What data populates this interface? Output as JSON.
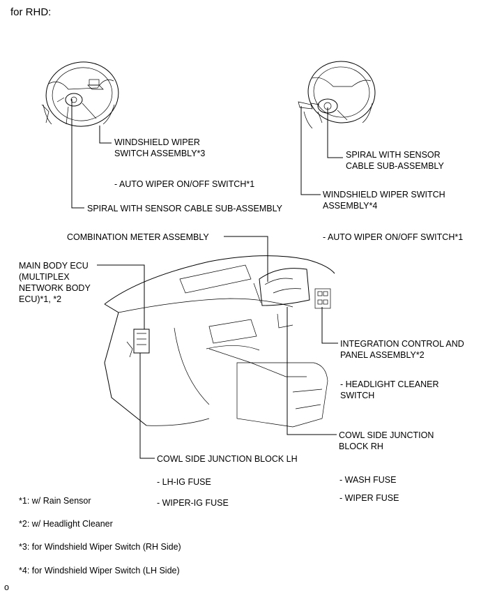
{
  "header": "for RHD:",
  "labels": {
    "wiper_rh": [
      "WINDSHIELD WIPER",
      "SWITCH ASSEMBLY*3"
    ],
    "auto_wiper_rh": "- AUTO WIPER ON/OFF SWITCH*1",
    "spiral_rh": "SPIRAL WITH SENSOR CABLE SUB-ASSEMBLY",
    "spiral_lh": [
      "SPIRAL WITH SENSOR",
      "CABLE SUB-ASSEMBLY"
    ],
    "wiper_lh": [
      "WINDSHIELD WIPER SWITCH",
      "ASSEMBLY*4"
    ],
    "auto_wiper_lh": "- AUTO WIPER ON/OFF SWITCH*1",
    "combination_meter": "COMBINATION METER ASSEMBLY",
    "main_body_ecu": [
      "MAIN BODY ECU",
      "(MULTIPLEX",
      "NETWORK BODY",
      "ECU)*1, *2"
    ],
    "integration_control": [
      "INTEGRATION CONTROL AND",
      "PANEL ASSEMBLY*2"
    ],
    "headlight_cleaner": [
      "- HEADLIGHT CLEANER",
      "SWITCH"
    ],
    "cowl_rh": [
      "COWL SIDE JUNCTION",
      "BLOCK RH"
    ],
    "cowl_lh": "COWL SIDE JUNCTION BLOCK LH",
    "lh_fuses": [
      "- LH-IG FUSE",
      "- WIPER-IG FUSE"
    ],
    "rh_fuses": [
      "- WASH FUSE",
      "- WIPER FUSE"
    ]
  },
  "notes": [
    "*1: w/ Rain Sensor",
    "*2: w/ Headlight Cleaner",
    "*3: for Windshield Wiper Switch (RH Side)",
    "*4: for Windshield Wiper Switch (LH Side)"
  ],
  "figure_id": "o"
}
